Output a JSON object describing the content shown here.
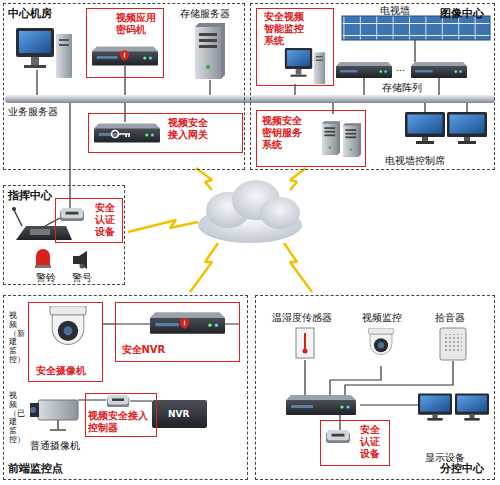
{
  "diagram": {
    "nodes": [
      {
        "text": [
          "中心机房"
        ]
      },
      {
        "text": [
          "视频应用密码机"
        ],
        "in": 0
      },
      {
        "text": [
          "视频安全接入网关"
        ],
        "in": 0
      },
      {
        "text": [
          "图像中心"
        ]
      },
      {
        "text": [
          "安全视频智能监控系统"
        ],
        "in": 3
      },
      {
        "text": [
          "视频安全密钥服务系统"
        ],
        "in": 3
      },
      {
        "text": [
          "指挥中心"
        ]
      },
      {
        "text": [
          "安全认证设备"
        ],
        "in": 6
      },
      {
        "text": [
          "前端监控点"
        ]
      },
      {
        "text": [
          "安全摄像机"
        ],
        "in": 8
      },
      {
        "text": [
          "安全NVR"
        ],
        "in": 8
      },
      {
        "text": [
          "视频安全接入控制器"
        ],
        "in": 8
      },
      {
        "text": [
          "分控中心"
        ]
      },
      {
        "text": [
          "安全认证设备"
        ],
        "in": 12
      }
    ],
    "edges": [
      {
        "from": 9,
        "to": 10,
        "arrow": "none"
      }
    ],
    "labels": [
      "存储服务器",
      "业务服务器",
      "电视墙",
      "...",
      "存储阵列",
      "电视墙控制席",
      "警铃",
      "警号",
      "视频（新建监控）",
      "视频（已建监控）",
      "普通摄像机",
      "NVR",
      "温湿度传感器",
      "视频监控",
      "拾音器",
      "显示设备"
    ]
  }
}
